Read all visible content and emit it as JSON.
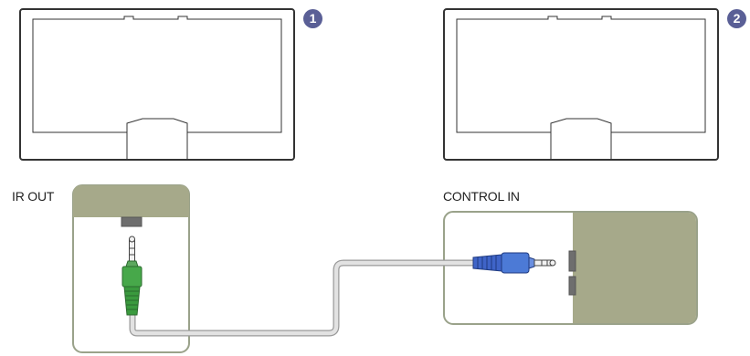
{
  "colors": {
    "panel_fill": "#a6a98a",
    "panel_border": "#9aa28a",
    "badge": "#5a5f96",
    "cable": "#d8d8d8",
    "green_plug": "#3a9a3e",
    "blue_plug": "#3f64c8",
    "monitor_outline": "#333333"
  },
  "displays": [
    {
      "badge": "1"
    },
    {
      "badge": "2"
    }
  ],
  "labels": {
    "ir_out": "IR OUT",
    "control_in": "CONTROL IN"
  },
  "icons": {
    "cable": "stereo-cable",
    "plug_left": "3.5mm-jack-green",
    "plug_right": "3.5mm-jack-blue"
  }
}
